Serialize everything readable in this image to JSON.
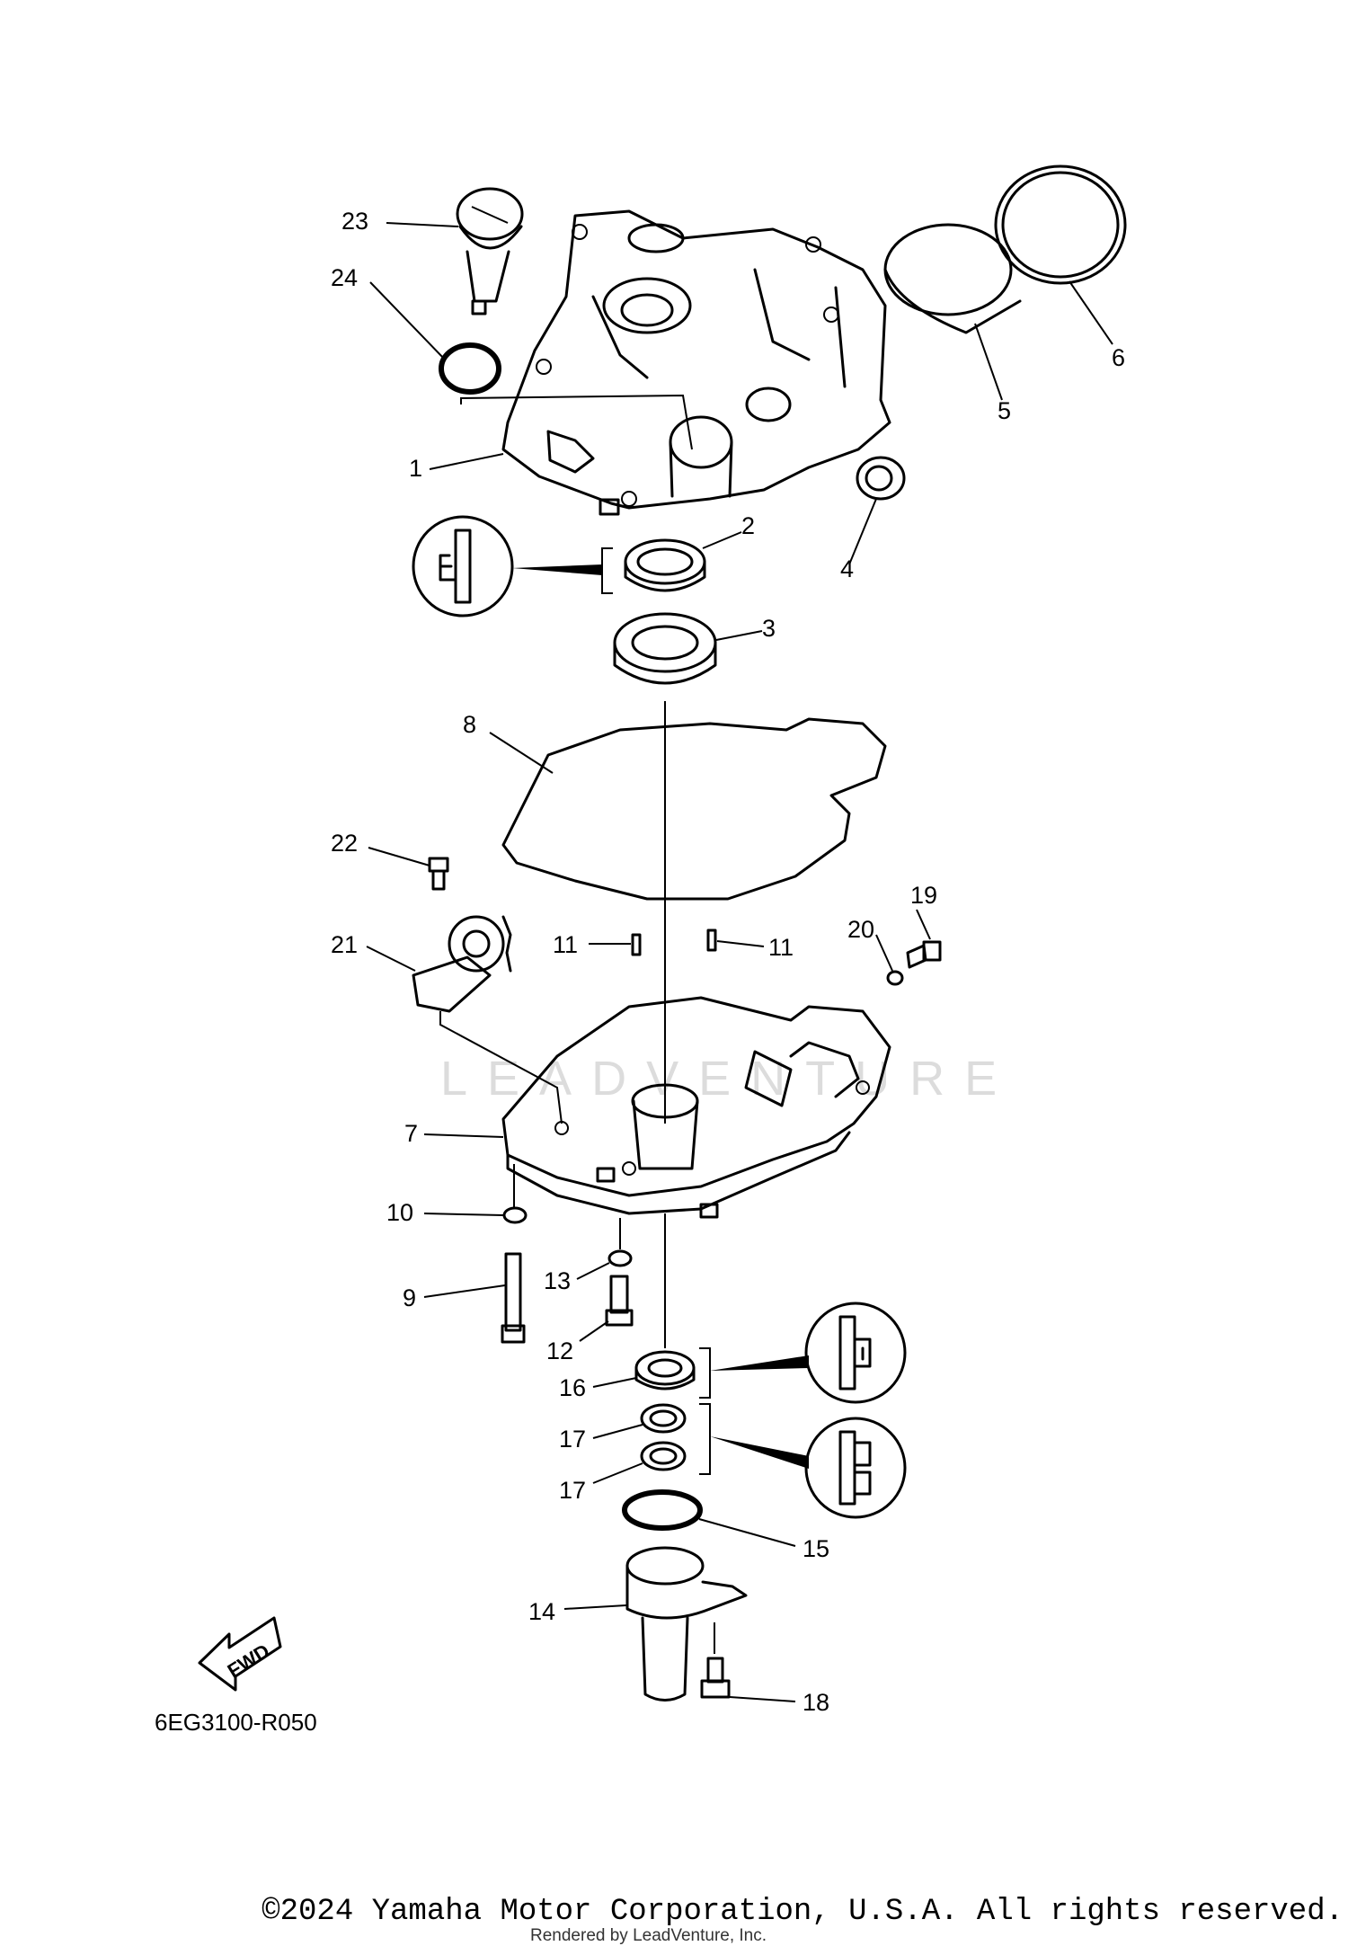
{
  "diagram": {
    "diagram_code": "6EG3100-R050",
    "fwd_label": "FWD",
    "watermark": "LEADVENTURE",
    "callouts": [
      {
        "id": "c1",
        "label": "1"
      },
      {
        "id": "c2",
        "label": "2"
      },
      {
        "id": "c3",
        "label": "3"
      },
      {
        "id": "c4",
        "label": "4"
      },
      {
        "id": "c5",
        "label": "5"
      },
      {
        "id": "c6",
        "label": "6"
      },
      {
        "id": "c7",
        "label": "7"
      },
      {
        "id": "c8",
        "label": "8"
      },
      {
        "id": "c9",
        "label": "9"
      },
      {
        "id": "c10",
        "label": "10"
      },
      {
        "id": "c11a",
        "label": "11"
      },
      {
        "id": "c11b",
        "label": "11"
      },
      {
        "id": "c12",
        "label": "12"
      },
      {
        "id": "c13",
        "label": "13"
      },
      {
        "id": "c14",
        "label": "14"
      },
      {
        "id": "c15",
        "label": "15"
      },
      {
        "id": "c16",
        "label": "16"
      },
      {
        "id": "c17a",
        "label": "17"
      },
      {
        "id": "c17b",
        "label": "17"
      },
      {
        "id": "c18",
        "label": "18"
      },
      {
        "id": "c19",
        "label": "19"
      },
      {
        "id": "c20",
        "label": "20"
      },
      {
        "id": "c21",
        "label": "21"
      },
      {
        "id": "c22",
        "label": "22"
      },
      {
        "id": "c23",
        "label": "23"
      },
      {
        "id": "c24",
        "label": "24"
      }
    ]
  },
  "footer": {
    "copyright": "©2024 Yamaha Motor Corporation, U.S.A. All rights reserved.",
    "rendered_by": "Rendered by LeadVenture, Inc."
  }
}
